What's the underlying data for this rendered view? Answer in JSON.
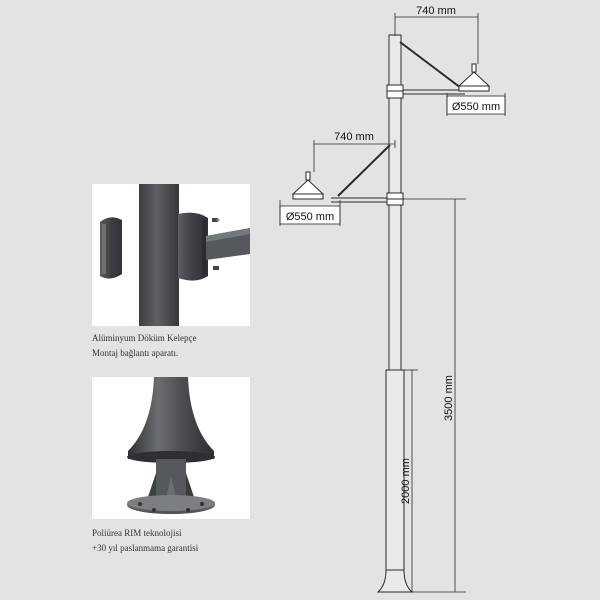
{
  "captions": {
    "clamp": {
      "line1": "Alüminyum Döküm Kelepçe",
      "line2": "Montaj bağlantı aparatı."
    },
    "base": {
      "line1": "Poliüre​a RIM teknolojisi",
      "line2": "+30 yıl paslanmama garantisi"
    }
  },
  "dimensions": {
    "upper_arm": "740 mm",
    "upper_diameter": "Ø550 mm",
    "lower_arm": "740 mm",
    "lower_diameter": "Ø550 mm",
    "total_height": "3500 mm",
    "base_height": "2000 mm"
  },
  "colors": {
    "background": "#e3e3e1",
    "pole": "#4a4c4f",
    "line": "#2a2a2a"
  },
  "icons": {
    "clamp_photo": "aluminium-clamp-photo",
    "base_photo": "pole-base-photo"
  }
}
